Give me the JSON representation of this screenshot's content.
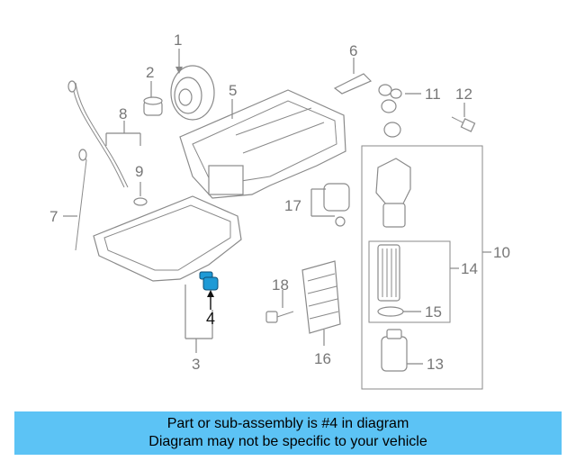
{
  "callouts": {
    "c1": "1",
    "c2": "2",
    "c3": "3",
    "c4": "4",
    "c5": "5",
    "c6": "6",
    "c7": "7",
    "c8": "8",
    "c9": "9",
    "c10": "10",
    "c11": "11",
    "c12": "12",
    "c13": "13",
    "c14": "14",
    "c15": "15",
    "c16": "16",
    "c17": "17",
    "c18": "18"
  },
  "highlight": {
    "part": "4",
    "color": "#1e9ad6"
  },
  "banner": {
    "line1": "Part or sub-assembly is #4 in diagram",
    "line2": "Diagram may not be specific to your vehicle",
    "color": "#5cc3f5"
  }
}
